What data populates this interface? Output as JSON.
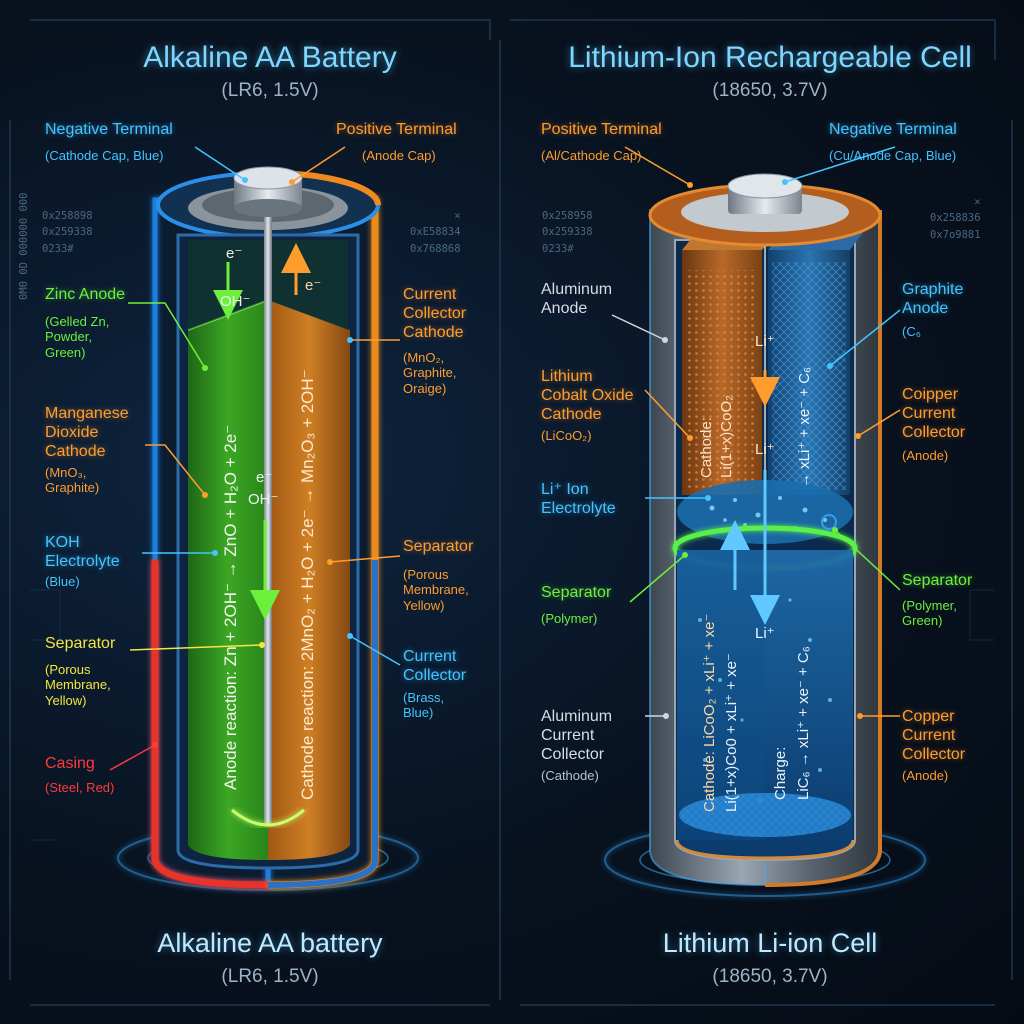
{
  "left": {
    "title": "Alkaline AA Battery",
    "subtitle": "(LR6, 1.5V)",
    "footer_title": "Alkaline AA battery",
    "footer_subtitle": "(LR6, 1.5V)",
    "labels": {
      "negative_terminal": {
        "name": "Negative Terminal",
        "detail": "(Cathode Cap, Blue)"
      },
      "positive_terminal": {
        "name": "Positive Terminal",
        "detail": "(Anode Cap)"
      },
      "zinc_anode": {
        "name": "Zinc Anode",
        "detail": [
          "(Gelled Zn,",
          "Powder,",
          "Green)"
        ]
      },
      "current_collector_cathode": {
        "name": [
          "Current",
          "Collector",
          "Cathode"
        ],
        "detail": [
          "(MnO₂,",
          "Graphite,",
          "Oraige)"
        ]
      },
      "manganese_cathode": {
        "name": [
          "Manganese",
          "Dioxide",
          "Cathode"
        ],
        "detail": [
          "(MnO₃,",
          "Graphite)"
        ]
      },
      "koh_electrolyte": {
        "name": [
          "KOH",
          "Electrolyte"
        ],
        "detail": "(Blue)"
      },
      "separator_right": {
        "name": "Separator",
        "detail": [
          "(Porous",
          "Membrane,",
          "Yellow)"
        ]
      },
      "separator_left": {
        "name": "Separator",
        "detail": [
          "(Porous",
          "Membrane,",
          "Yellow)"
        ]
      },
      "current_collector_brass": {
        "name": [
          "Current",
          "Collector"
        ],
        "detail": [
          "(Brass,",
          "Blue)"
        ]
      },
      "casing": {
        "name": "Casing",
        "detail": "(Steel, Red)"
      }
    },
    "ions": {
      "electron_top": "e⁻",
      "hydroxide_top": "OH⁻",
      "electron_out": "e⁻",
      "electron_mid": "e⁻",
      "hydroxide_mid": "OH⁻"
    },
    "anode_reaction": "Anode reaction:  Zn + 2OH⁻ → ZnO + H₂O + 2e⁻",
    "cathode_reaction": "Cathode reaction: 2MnO₂ + H₂O + 2e⁻ → Mn₂O₃ + 2OH⁻",
    "hex_codes": [
      "0x258898",
      "0x259338",
      "0233#"
    ],
    "side_code": "0M0 0D 000000 000"
  },
  "right": {
    "title": "Lithium-Ion Rechargeable Cell",
    "subtitle": "(18650, 3.7V)",
    "footer_title": "Lithium Li-ion Cell",
    "footer_subtitle": "(18650, 3.7V)",
    "labels": {
      "positive_terminal": {
        "name": "Positive Terminal",
        "detail": "(Al/Cathode Cap)"
      },
      "negative_terminal": {
        "name": "Negative Terminal",
        "detail": "(Cu/Anode Cap, Blue)"
      },
      "aluminum_anode": {
        "name": [
          "Aluminum",
          "Anode"
        ]
      },
      "graphite_anode": {
        "name": [
          "Graphite",
          "Anode"
        ],
        "detail": "(C₆"
      },
      "lco_cathode": {
        "name": [
          "Lithium",
          "Cobalt Oxide",
          "Cathode"
        ],
        "detail": "(LiCoO₂)"
      },
      "copper_collector_top": {
        "name": [
          "Coipper",
          "Current",
          "Collector"
        ],
        "detail": "(Anode)"
      },
      "li_electrolyte": {
        "name": [
          "Li⁺ Ion",
          "Electrolyte"
        ]
      },
      "separator_left": {
        "name": "Separator",
        "detail": "(Polymer)"
      },
      "separator_right": {
        "name": "Separator",
        "detail": [
          "(Polymer,",
          "Green)"
        ]
      },
      "aluminum_collector": {
        "name": [
          "Aluminum",
          "Current",
          "Collector"
        ],
        "detail": "(Cathode)"
      },
      "copper_collector_bottom": {
        "name": [
          "Copper",
          "Current",
          "Collector"
        ],
        "detail": "(Anode)"
      }
    },
    "ions": {
      "li_top": "Li⁺",
      "li_mid": "Li⁺",
      "li_bottom": "Li⁺"
    },
    "cathode_top_label": "Cathode:",
    "cathode_top_formula": "Li(1+x)CoO₂",
    "anode_top_formula": "→ xLi⁺ + xe⁻ + C₆",
    "cathode_reaction_1": "Cathode:  LiCoO₂ + xLi⁺ + xe⁻",
    "cathode_reaction_2": "Li(1+x)Co0 + xLi⁺ + xe⁻",
    "charge_reaction_1": "Charge:",
    "charge_reaction_2": "LiC₆ → xLi⁺ + xe⁻ + C₆",
    "hex_codes_left": [
      "0x258958",
      "0x259338",
      "0233#"
    ],
    "hex_codes_right": [
      "×",
      "0x258836",
      "0x7o9881"
    ],
    "hex_codes_mid": [
      "×",
      "0xE58834",
      "0x768868"
    ]
  },
  "colors": {
    "blue": "#44c4ff",
    "orange": "#ff9c2e",
    "green": "#6cf03c",
    "yellow": "#f4e640",
    "red": "#ff3b3b"
  }
}
